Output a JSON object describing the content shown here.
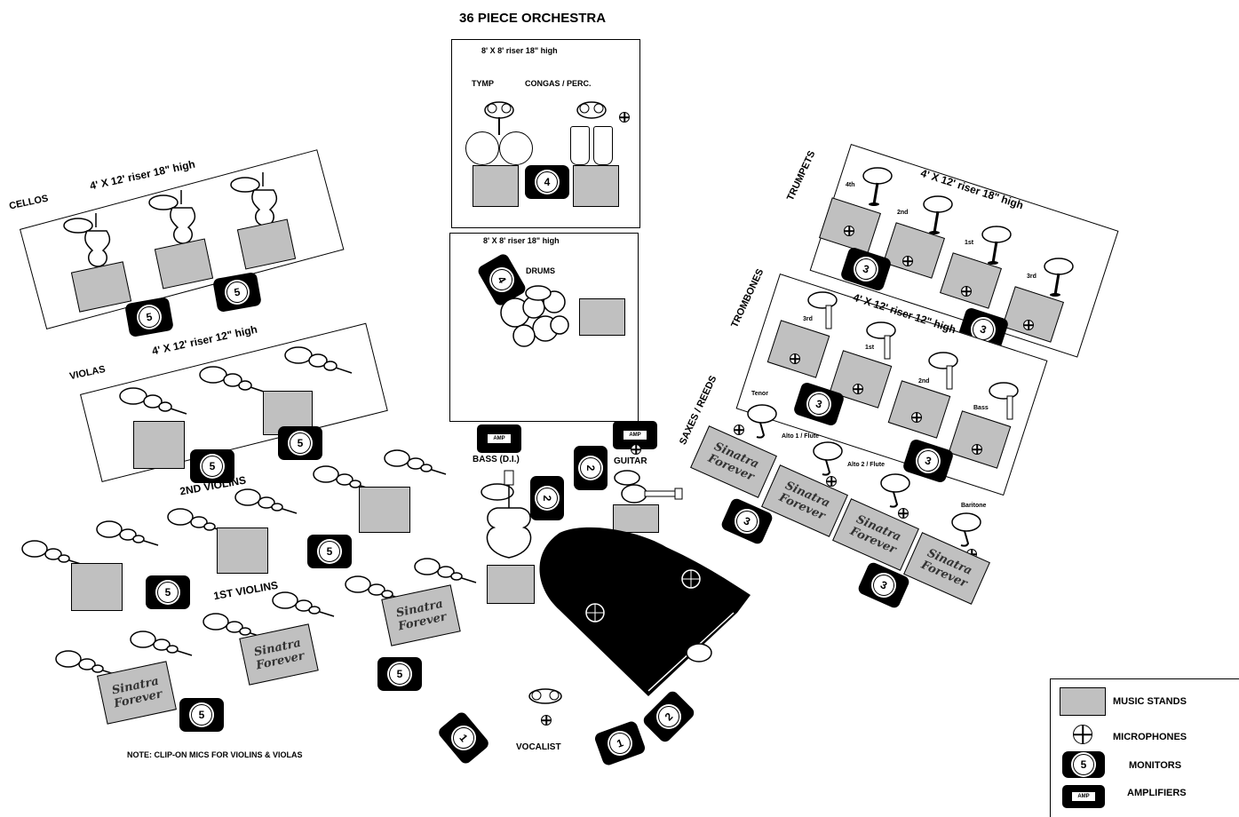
{
  "title": "36 PIECE ORCHESTRA",
  "risers": {
    "percussion": "8' X 8' riser 18\" high",
    "drums_riser": "8' X 8' riser 18\" high",
    "cellos": "4' X 12' riser 18\" high",
    "violas": "4' X 12' riser 12\" high",
    "trumpets": "4' X 12' riser 18\" high",
    "trombones": "4' X 12' riser 12\" high"
  },
  "sections": {
    "cellos": "CELLOS",
    "violas": "VIOLAS",
    "second_violins": "2ND VIOLINS",
    "first_violins": "1ST VIOLINS",
    "trumpets": "TRUMPETS",
    "trombones": "TROMBONES",
    "saxes": "SAXES / REEDS",
    "tymp": "TYMP",
    "congas": "CONGAS / PERC.",
    "drums": "DRUMS",
    "bass": "BASS (D.I.)",
    "guitar": "GUITAR",
    "vocalist": "VOCALIST"
  },
  "chair_labels": {
    "trumpet_4th": "4th",
    "trumpet_2nd": "2nd",
    "trumpet_1st": "1st",
    "trumpet_3rd": "3rd",
    "trombone_3rd": "3rd",
    "trombone_1st": "1st",
    "trombone_2nd": "2nd",
    "trombone_bass": "Bass",
    "sax_tenor": "Tenor",
    "sax_alto1": "Alto 1 / Flute",
    "sax_alto2": "Alto 2 / Flute",
    "sax_baritone": "Baritone"
  },
  "sinatra_stand_text": "Sinatra Forever",
  "amp_text": "AMP",
  "monitor_numbers": {
    "one": "1",
    "two": "2",
    "three": "3",
    "four": "4",
    "five": "5"
  },
  "note": "NOTE: CLIP-ON MICS FOR VIOLINS & VIOLAS",
  "legend": {
    "music_stands": "MUSIC STANDS",
    "microphones": "MICROPHONES",
    "monitors": "MONITORS",
    "amplifiers": "AMPLIFIERS",
    "monitor_sample": "5"
  },
  "colors": {
    "stand": "#c0c0c0",
    "equipment": "#000000",
    "background": "#ffffff"
  }
}
